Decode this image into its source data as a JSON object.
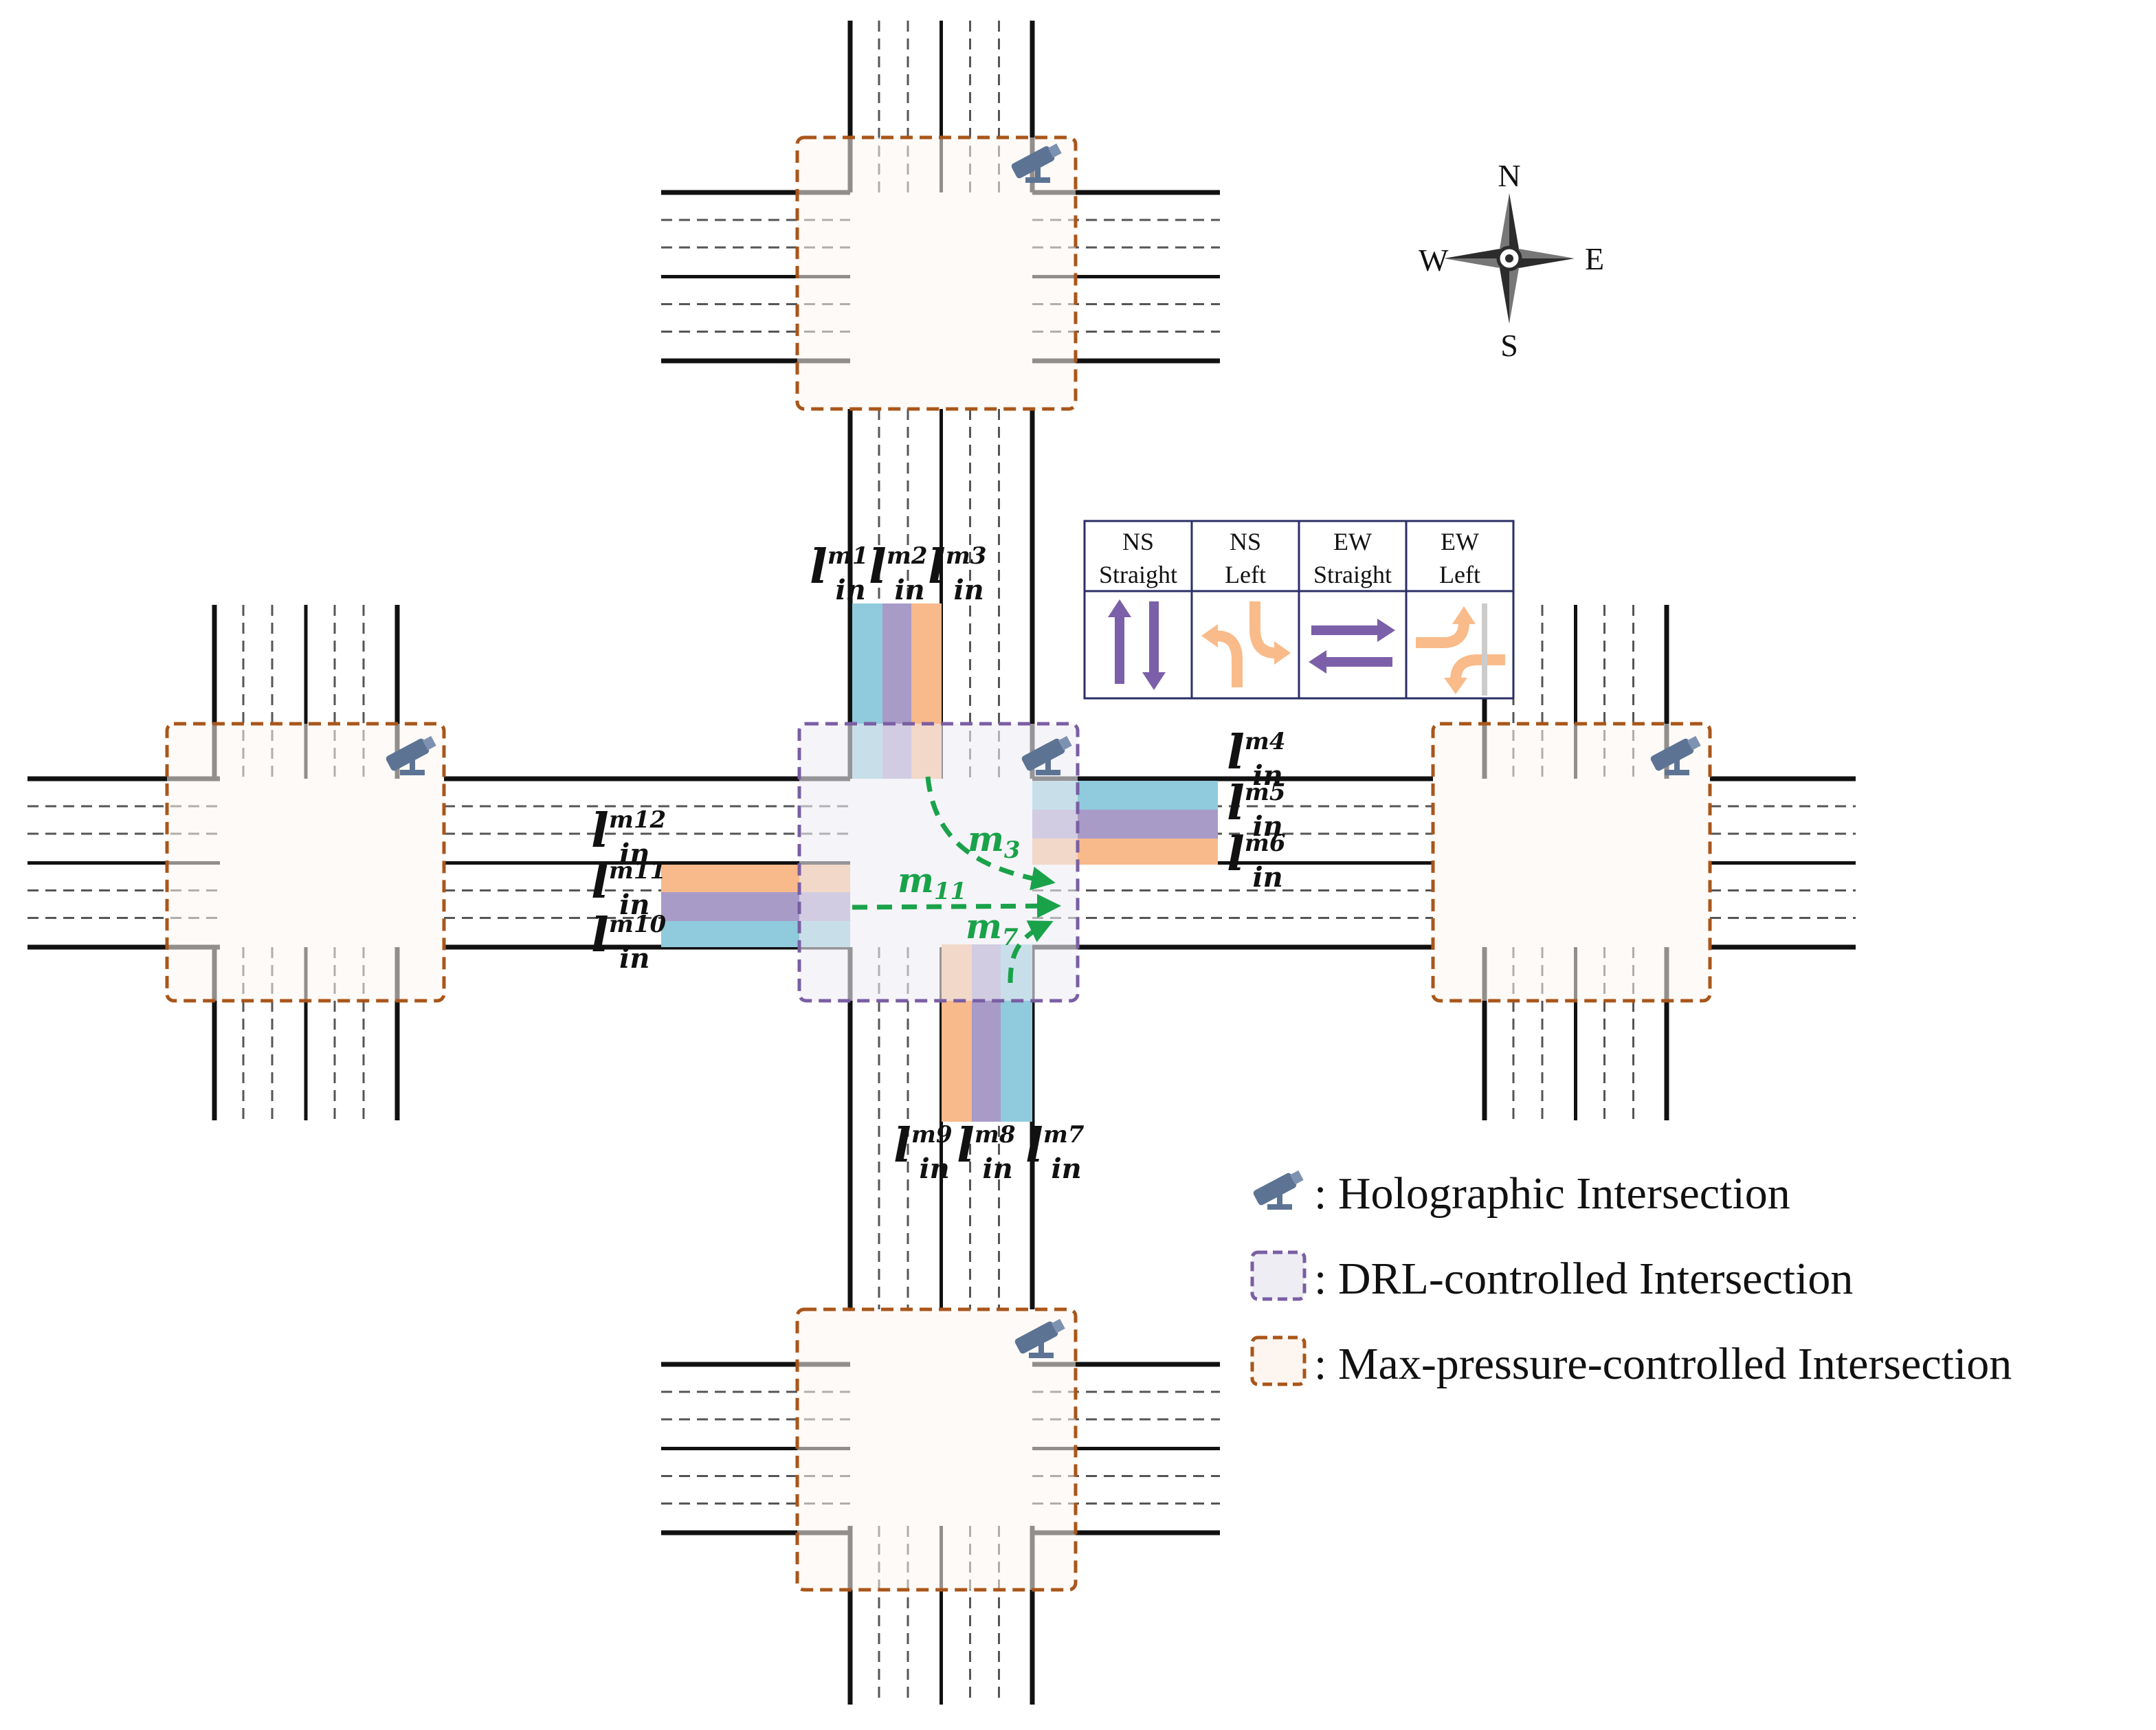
{
  "compass": {
    "north": "N",
    "south": "S",
    "east": "E",
    "west": "W"
  },
  "phases": [
    {
      "line1": "NS",
      "line2": "Straight"
    },
    {
      "line1": "NS",
      "line2": "Left"
    },
    {
      "line1": "EW",
      "line2": "Straight"
    },
    {
      "line1": "EW",
      "line2": "Left"
    }
  ],
  "lane_labels": {
    "prefix": "l",
    "sub": "in",
    "m1": "m1",
    "m2": "m2",
    "m3": "m3",
    "m4": "m4",
    "m5": "m5",
    "m6": "m6",
    "m7": "m7",
    "m8": "m8",
    "m9": "m9",
    "m10": "m10",
    "m11": "m11",
    "m12": "m12"
  },
  "movements": {
    "m3": "m3",
    "m7": "m7",
    "m11": "m11"
  },
  "legend": {
    "holographic": ": Holographic Intersection",
    "drl": ": DRL-controlled Intersection",
    "maxpressure": ": Max-pressure-controlled Intersection"
  },
  "colors": {
    "straight_lane": "#a99bc8",
    "right_lane": "#8fcbdc",
    "left_lane": "#f8b98b",
    "drl_border": "#7a5ea3",
    "maxpressure_border": "#a9561a",
    "movement_arrow": "#1aa24a",
    "phase_arrow_purple": "#7b5fa8",
    "phase_arrow_orange": "#f9bb8a",
    "camera": "#5c7394"
  }
}
